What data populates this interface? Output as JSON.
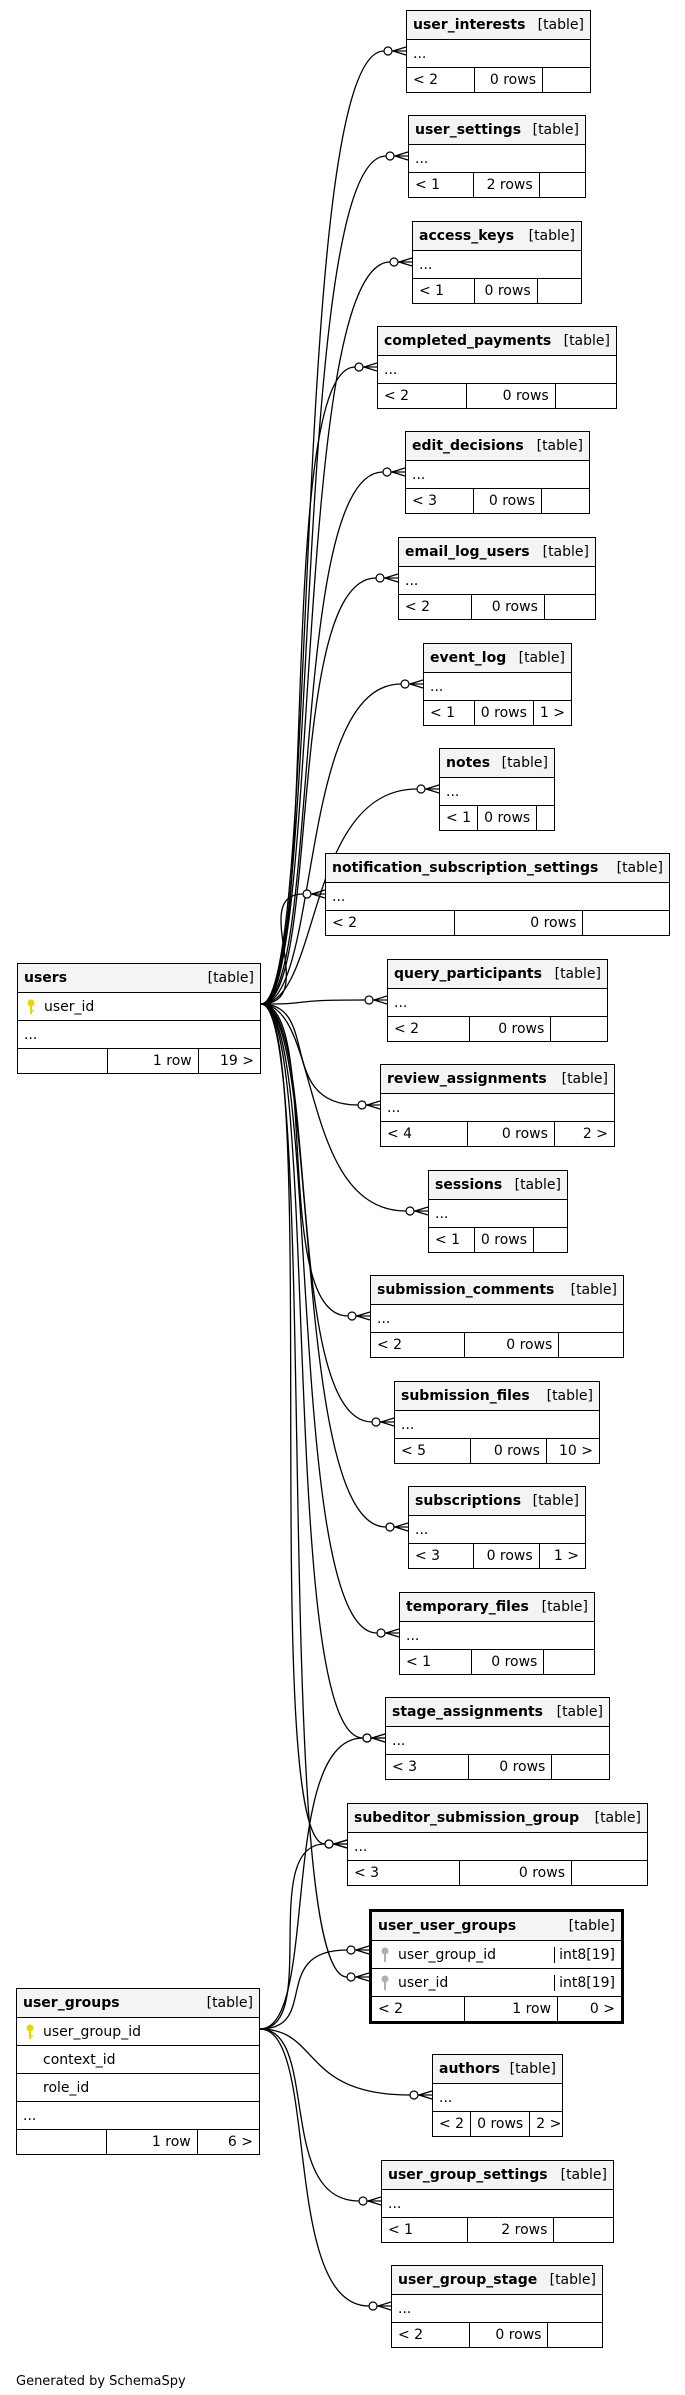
{
  "diagram": {
    "footer": "Generated by SchemaSpy",
    "type_tag": "[table]",
    "tables": {
      "users": {
        "name": "users",
        "type": "[table]",
        "cols": [
          "user_id"
        ],
        "more": "...",
        "left": "",
        "rows": "1 row",
        "children": "19 >"
      },
      "user_groups": {
        "name": "user_groups",
        "type": "[table]",
        "cols": [
          "user_group_id",
          "context_id",
          "role_id"
        ],
        "more": "...",
        "left": "",
        "rows": "1 row",
        "children": "6 >"
      },
      "user_interests": {
        "name": "user_interests",
        "type": "[table]",
        "more": "...",
        "left": "< 2",
        "rows": "0 rows",
        "children": ""
      },
      "user_settings": {
        "name": "user_settings",
        "type": "[table]",
        "more": "...",
        "left": "< 1",
        "rows": "2 rows",
        "children": ""
      },
      "access_keys": {
        "name": "access_keys",
        "type": "[table]",
        "more": "...",
        "left": "< 1",
        "rows": "0 rows",
        "children": ""
      },
      "completed_payments": {
        "name": "completed_payments",
        "type": "[table]",
        "more": "...",
        "left": "< 2",
        "rows": "0 rows",
        "children": ""
      },
      "edit_decisions": {
        "name": "edit_decisions",
        "type": "[table]",
        "more": "...",
        "left": "< 3",
        "rows": "0 rows",
        "children": ""
      },
      "email_log_users": {
        "name": "email_log_users",
        "type": "[table]",
        "more": "...",
        "left": "< 2",
        "rows": "0 rows",
        "children": ""
      },
      "event_log": {
        "name": "event_log",
        "type": "[table]",
        "more": "...",
        "left": "< 1",
        "rows": "0 rows",
        "children": "1 >"
      },
      "notes": {
        "name": "notes",
        "type": "[table]",
        "more": "...",
        "left": "< 1",
        "rows": "0 rows",
        "children": ""
      },
      "notification_subscription_settings": {
        "name": "notification_subscription_settings",
        "type": "[table]",
        "more": "...",
        "left": "< 2",
        "rows": "0 rows",
        "children": ""
      },
      "query_participants": {
        "name": "query_participants",
        "type": "[table]",
        "more": "...",
        "left": "< 2",
        "rows": "0 rows",
        "children": ""
      },
      "review_assignments": {
        "name": "review_assignments",
        "type": "[table]",
        "more": "...",
        "left": "< 4",
        "rows": "0 rows",
        "children": "2 >"
      },
      "sessions": {
        "name": "sessions",
        "type": "[table]",
        "more": "...",
        "left": "< 1",
        "rows": "0 rows",
        "children": ""
      },
      "submission_comments": {
        "name": "submission_comments",
        "type": "[table]",
        "more": "...",
        "left": "< 2",
        "rows": "0 rows",
        "children": ""
      },
      "submission_files": {
        "name": "submission_files",
        "type": "[table]",
        "more": "...",
        "left": "< 5",
        "rows": "0 rows",
        "children": "10 >"
      },
      "subscriptions": {
        "name": "subscriptions",
        "type": "[table]",
        "more": "...",
        "left": "< 3",
        "rows": "0 rows",
        "children": "1 >"
      },
      "temporary_files": {
        "name": "temporary_files",
        "type": "[table]",
        "more": "...",
        "left": "< 1",
        "rows": "0 rows",
        "children": ""
      },
      "stage_assignments": {
        "name": "stage_assignments",
        "type": "[table]",
        "more": "...",
        "left": "< 3",
        "rows": "0 rows",
        "children": ""
      },
      "subeditor_submission_group": {
        "name": "subeditor_submission_group",
        "type": "[table]",
        "more": "...",
        "left": "< 3",
        "rows": "0 rows",
        "children": ""
      },
      "user_user_groups": {
        "name": "user_user_groups",
        "type": "[table]",
        "cols": [
          "user_group_id",
          "user_id"
        ],
        "col_types": [
          "int8[19]",
          "int8[19]"
        ],
        "left": "< 2",
        "rows": "1 row",
        "children": "0 >"
      },
      "authors": {
        "name": "authors",
        "type": "[table]",
        "more": "...",
        "left": "< 2",
        "rows": "0 rows",
        "children": "2 >"
      },
      "user_group_settings": {
        "name": "user_group_settings",
        "type": "[table]",
        "more": "...",
        "left": "< 1",
        "rows": "2 rows",
        "children": ""
      },
      "user_group_stage": {
        "name": "user_group_stage",
        "type": "[table]",
        "more": "...",
        "left": "< 2",
        "rows": "0 rows",
        "children": ""
      }
    },
    "colors": {
      "header_bg": "#f4f4f4",
      "border": "#000000",
      "pk_key": "#e8d800",
      "fk_key": "#b0b0b0"
    }
  }
}
